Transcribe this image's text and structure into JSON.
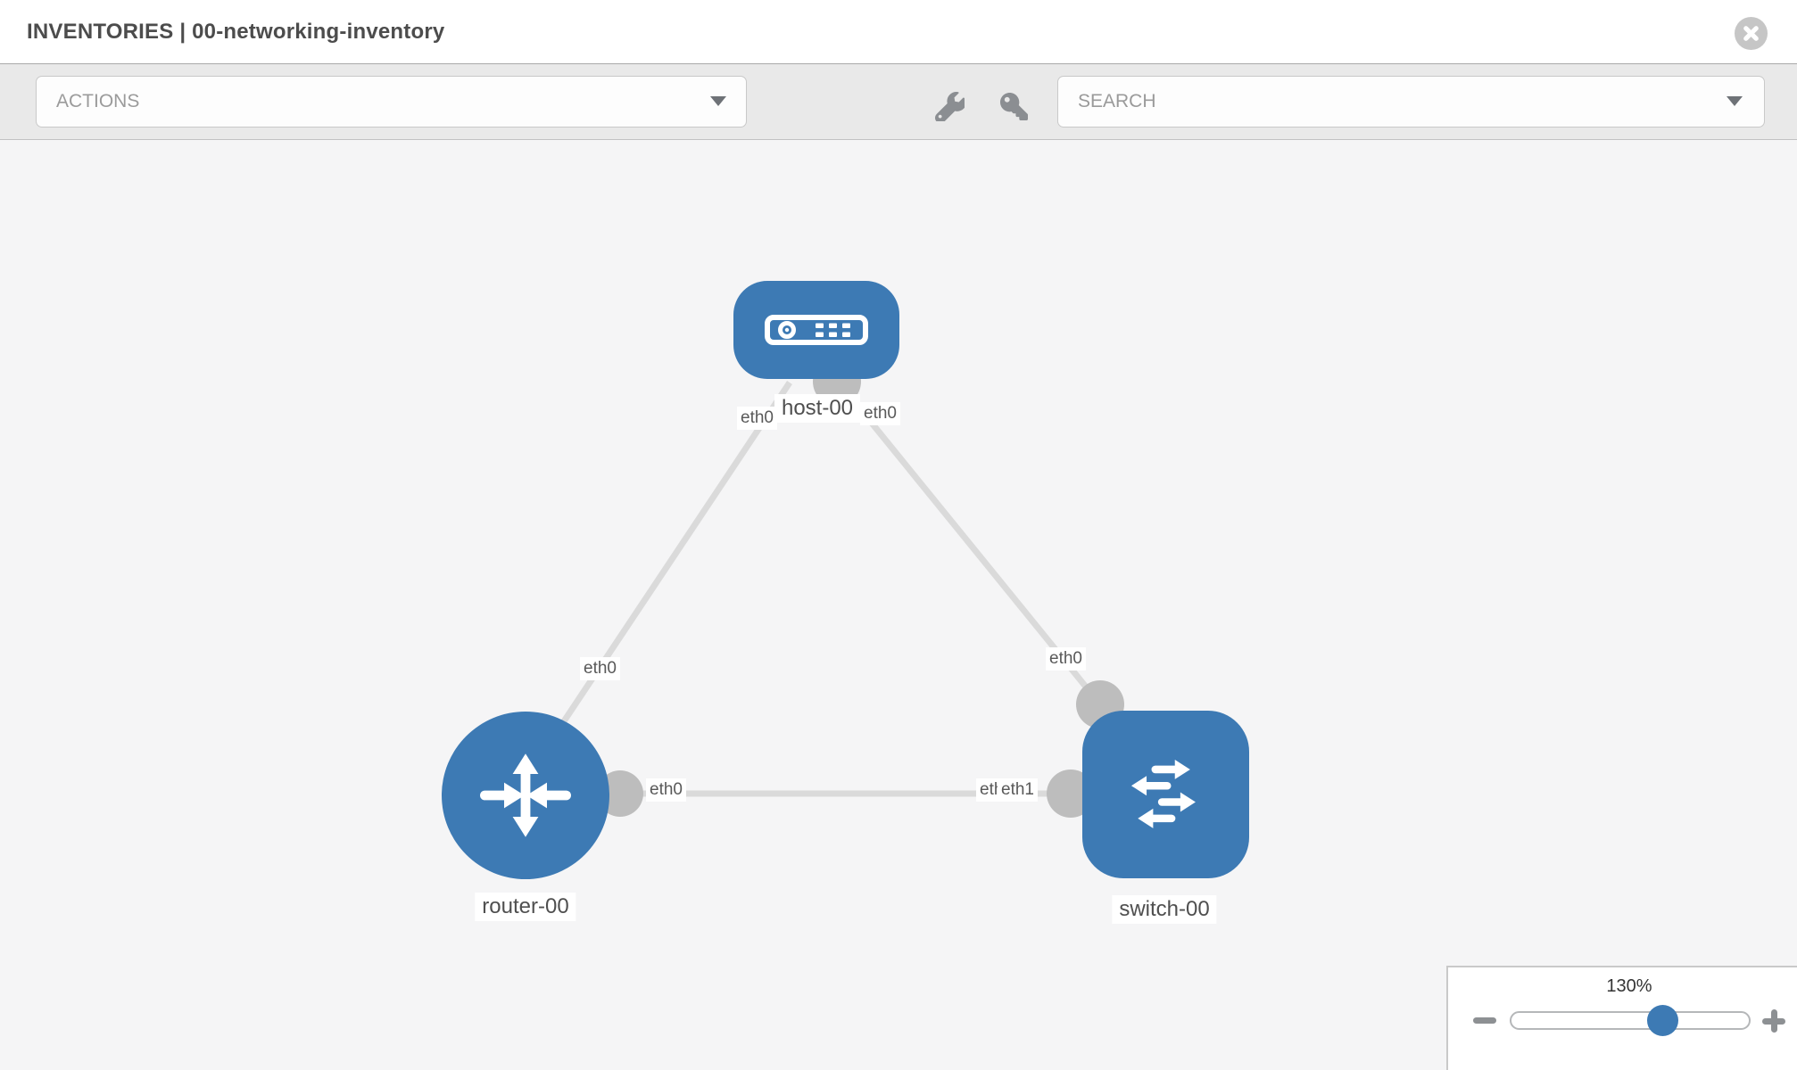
{
  "header": {
    "title": "INVENTORIES | 00-networking-inventory"
  },
  "toolbar": {
    "actions_label": "ACTIONS",
    "search_placeholder": "SEARCH",
    "icons": [
      "wrench-icon",
      "key-icon"
    ]
  },
  "canvas": {
    "nodes": [
      {
        "id": "host-00",
        "type": "host"
      },
      {
        "id": "router-00",
        "type": "router"
      },
      {
        "id": "switch-00",
        "type": "switch"
      }
    ],
    "links": [
      {
        "from": "host-00",
        "from_interface": "eth0",
        "to": "router-00",
        "to_interface": "eth0"
      },
      {
        "from": "host-00",
        "from_interface": "eth0",
        "to": "switch-00",
        "to_interface": "eth0"
      },
      {
        "from": "router-00",
        "from_interface": "eth0",
        "to": "switch-00",
        "to_interface": "eth1"
      }
    ],
    "colors": {
      "node_blue": "#3d7ab4",
      "link_gray": "#dadada",
      "port_gray": "#bdbdbd",
      "canvas_bg": "#f5f5f6"
    }
  },
  "zoom_control": {
    "level": "130%"
  }
}
